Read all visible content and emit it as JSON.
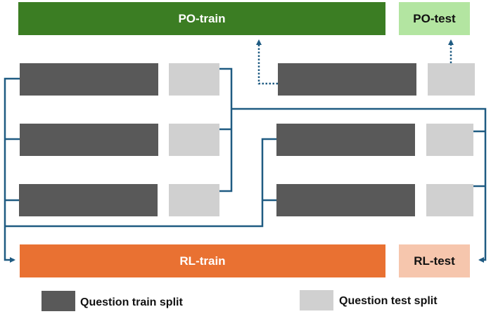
{
  "bars": {
    "po_train": "PO-train",
    "po_test": "PO-test",
    "rl_train": "RL-train",
    "rl_test": "RL-test"
  },
  "legend": {
    "train_split": "Question train split",
    "test_split": "Question test split"
  },
  "colors": {
    "po": "#3b7d23",
    "po_test": "#b3e5a1",
    "rl": "#e97132",
    "rl_test": "#f6c6ad",
    "train_split": "#595959",
    "test_split": "#d0d0d0",
    "connector": "#1f5b82"
  }
}
